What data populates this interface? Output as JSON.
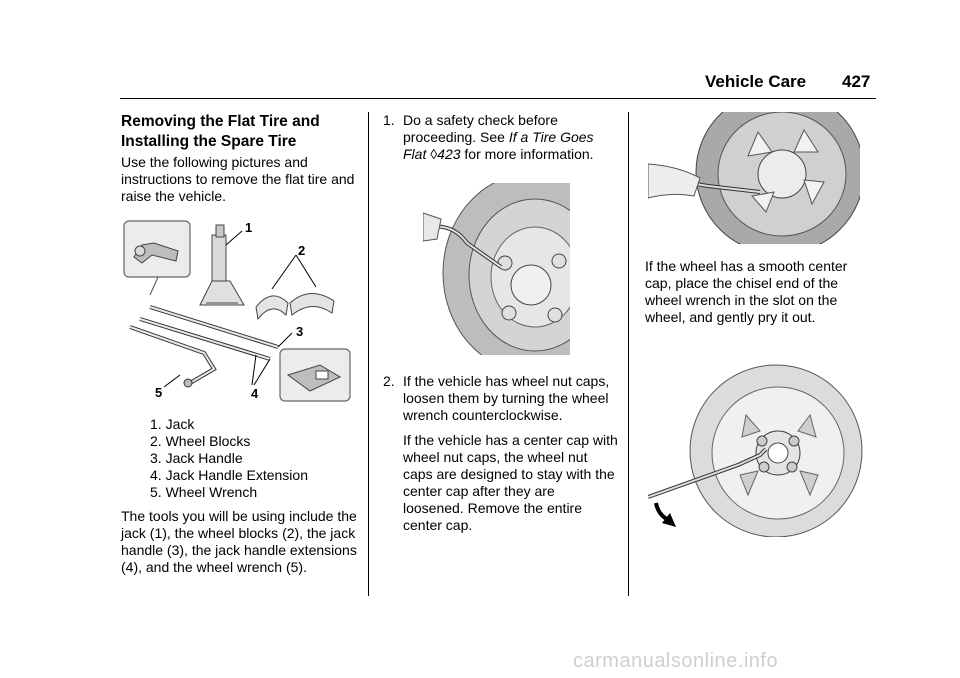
{
  "header": {
    "section_title": "Vehicle Care",
    "page_number": "427"
  },
  "left": {
    "title": "Removing the Flat Tire and Installing the Spare Tire",
    "intro": "Use the following pictures and instructions to remove the flat tire and raise the vehicle.",
    "figure_callouts": [
      "1",
      "2",
      "3",
      "4",
      "5"
    ],
    "legend": [
      "1. Jack",
      "2. Wheel Blocks",
      "3. Jack Handle",
      "4. Jack Handle Extension",
      "5. Wheel Wrench"
    ],
    "tools_text": "The tools you will be using include the jack (1), the wheel blocks (2), the jack handle (3), the jack handle extensions (4), and the wheel wrench (5)."
  },
  "middle": {
    "step1_num": "1.",
    "step1_pre": "Do a safety check before proceeding. See",
    "step1_link": "If a Tire Goes Flat",
    "step1_ref_icon": "page-reference-icon",
    "step1_ref_glyph": "◊",
    "step1_ref_page": "423",
    "step1_post": "for more information.",
    "step2_num": "2.",
    "step2_text": "If the vehicle has wheel nut caps, loosen them by turning the wheel wrench counterclockwise.",
    "step2_note": "If the vehicle has a center cap with wheel nut caps, the wheel nut caps are designed to stay with the center cap after they are loosened. Remove the entire center cap."
  },
  "right": {
    "smooth_cap_text": "If the wheel has a smooth center cap, place the chisel end of the wheel wrench in the slot on the wheel, and gently pry it out."
  },
  "footer": {
    "watermark": "carmanualsonline.info"
  }
}
